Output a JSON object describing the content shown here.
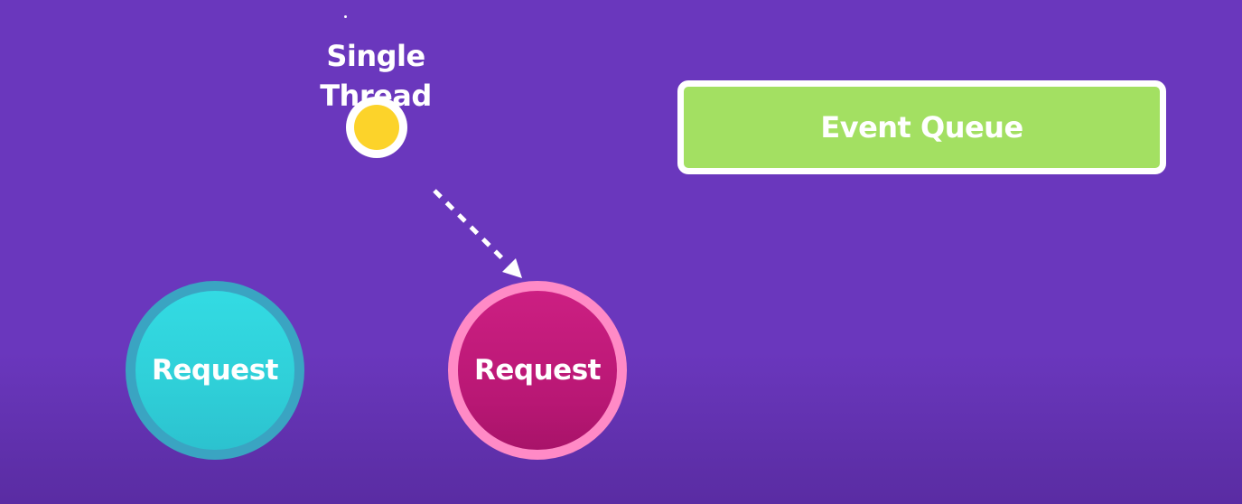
{
  "diagram": {
    "thread": {
      "label": "Single Thread"
    },
    "queue": {
      "label": "Event Queue"
    },
    "requests": [
      {
        "label": "Request"
      },
      {
        "label": "Request"
      }
    ]
  }
}
